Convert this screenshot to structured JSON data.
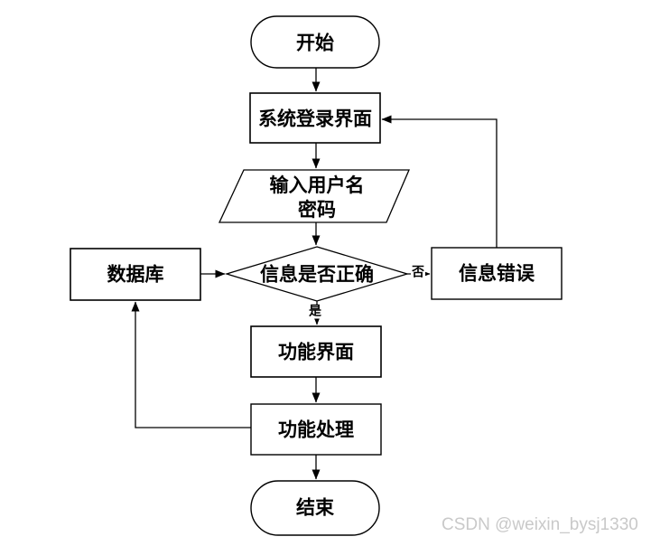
{
  "diagram": {
    "type": "flowchart",
    "nodes": {
      "start": {
        "shape": "terminator",
        "label": "开始"
      },
      "login": {
        "shape": "process",
        "label": "系统登录界面"
      },
      "input": {
        "shape": "io-parallelogram",
        "line1": "输入用户名",
        "line2": "密码"
      },
      "check": {
        "shape": "decision",
        "label": "信息是否正确"
      },
      "database": {
        "shape": "process",
        "label": "数据库"
      },
      "error": {
        "shape": "process",
        "label": "信息错误"
      },
      "function_ui": {
        "shape": "process",
        "label": "功能界面"
      },
      "function_process": {
        "shape": "process",
        "label": "功能处理"
      },
      "end": {
        "shape": "terminator",
        "label": "结束"
      }
    },
    "edges": {
      "yes_label": "是",
      "no_label": "否"
    },
    "watermark": {
      "text": "CSDN @weixin_bysj1330"
    },
    "colors": {
      "stroke": "#000000",
      "fill": "#ffffff",
      "text": "#000000",
      "watermark": "#c9c9c9"
    }
  }
}
